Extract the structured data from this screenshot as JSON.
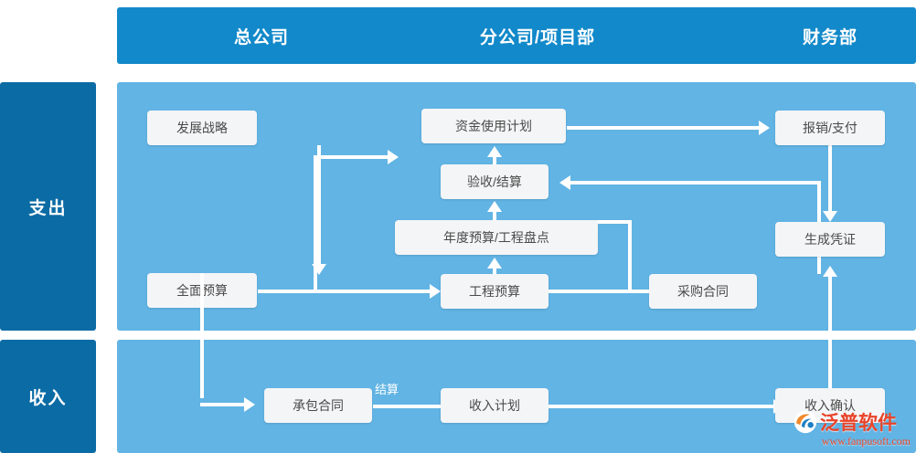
{
  "header": {
    "columns": [
      {
        "label": "总公司"
      },
      {
        "label": "分公司/项目部"
      },
      {
        "label": "财务部"
      }
    ],
    "background_color": "#1289ca"
  },
  "sidebar": {
    "background_color": "#0b6ba5",
    "sections": [
      {
        "label": "支出"
      },
      {
        "label": "收入"
      }
    ]
  },
  "panels": {
    "background_color": "#61b4e4",
    "expense": {
      "nodes": [
        {
          "id": "fazhan",
          "label": "发展战略"
        },
        {
          "id": "quanmian",
          "label": "全面预算"
        },
        {
          "id": "zijin",
          "label": "资金使用计划"
        },
        {
          "id": "yanshou",
          "label": "验收/结算"
        },
        {
          "id": "niandu",
          "label": "年度预算/工程盘点"
        },
        {
          "id": "gongcheng",
          "label": "工程预算"
        },
        {
          "id": "caigou",
          "label": "采购合同"
        },
        {
          "id": "baoxiao",
          "label": "报销/支付"
        },
        {
          "id": "shengcheng",
          "label": "生成凭证"
        }
      ]
    },
    "income": {
      "nodes": [
        {
          "id": "chengbao",
          "label": "承包合同"
        },
        {
          "id": "shouruplan",
          "label": "收入计划"
        },
        {
          "id": "shouruqueren",
          "label": "收入确认"
        }
      ],
      "edge_labels": [
        {
          "id": "jiesuan",
          "label": "结算"
        }
      ]
    }
  },
  "watermark": {
    "brand": "泛普软件",
    "url": "www.fanpusoft.com",
    "color": "#e8442a"
  },
  "node_style": {
    "fill": "#f4f5f7",
    "text_color": "#4a4a4a"
  },
  "connector_color": "#ffffff"
}
